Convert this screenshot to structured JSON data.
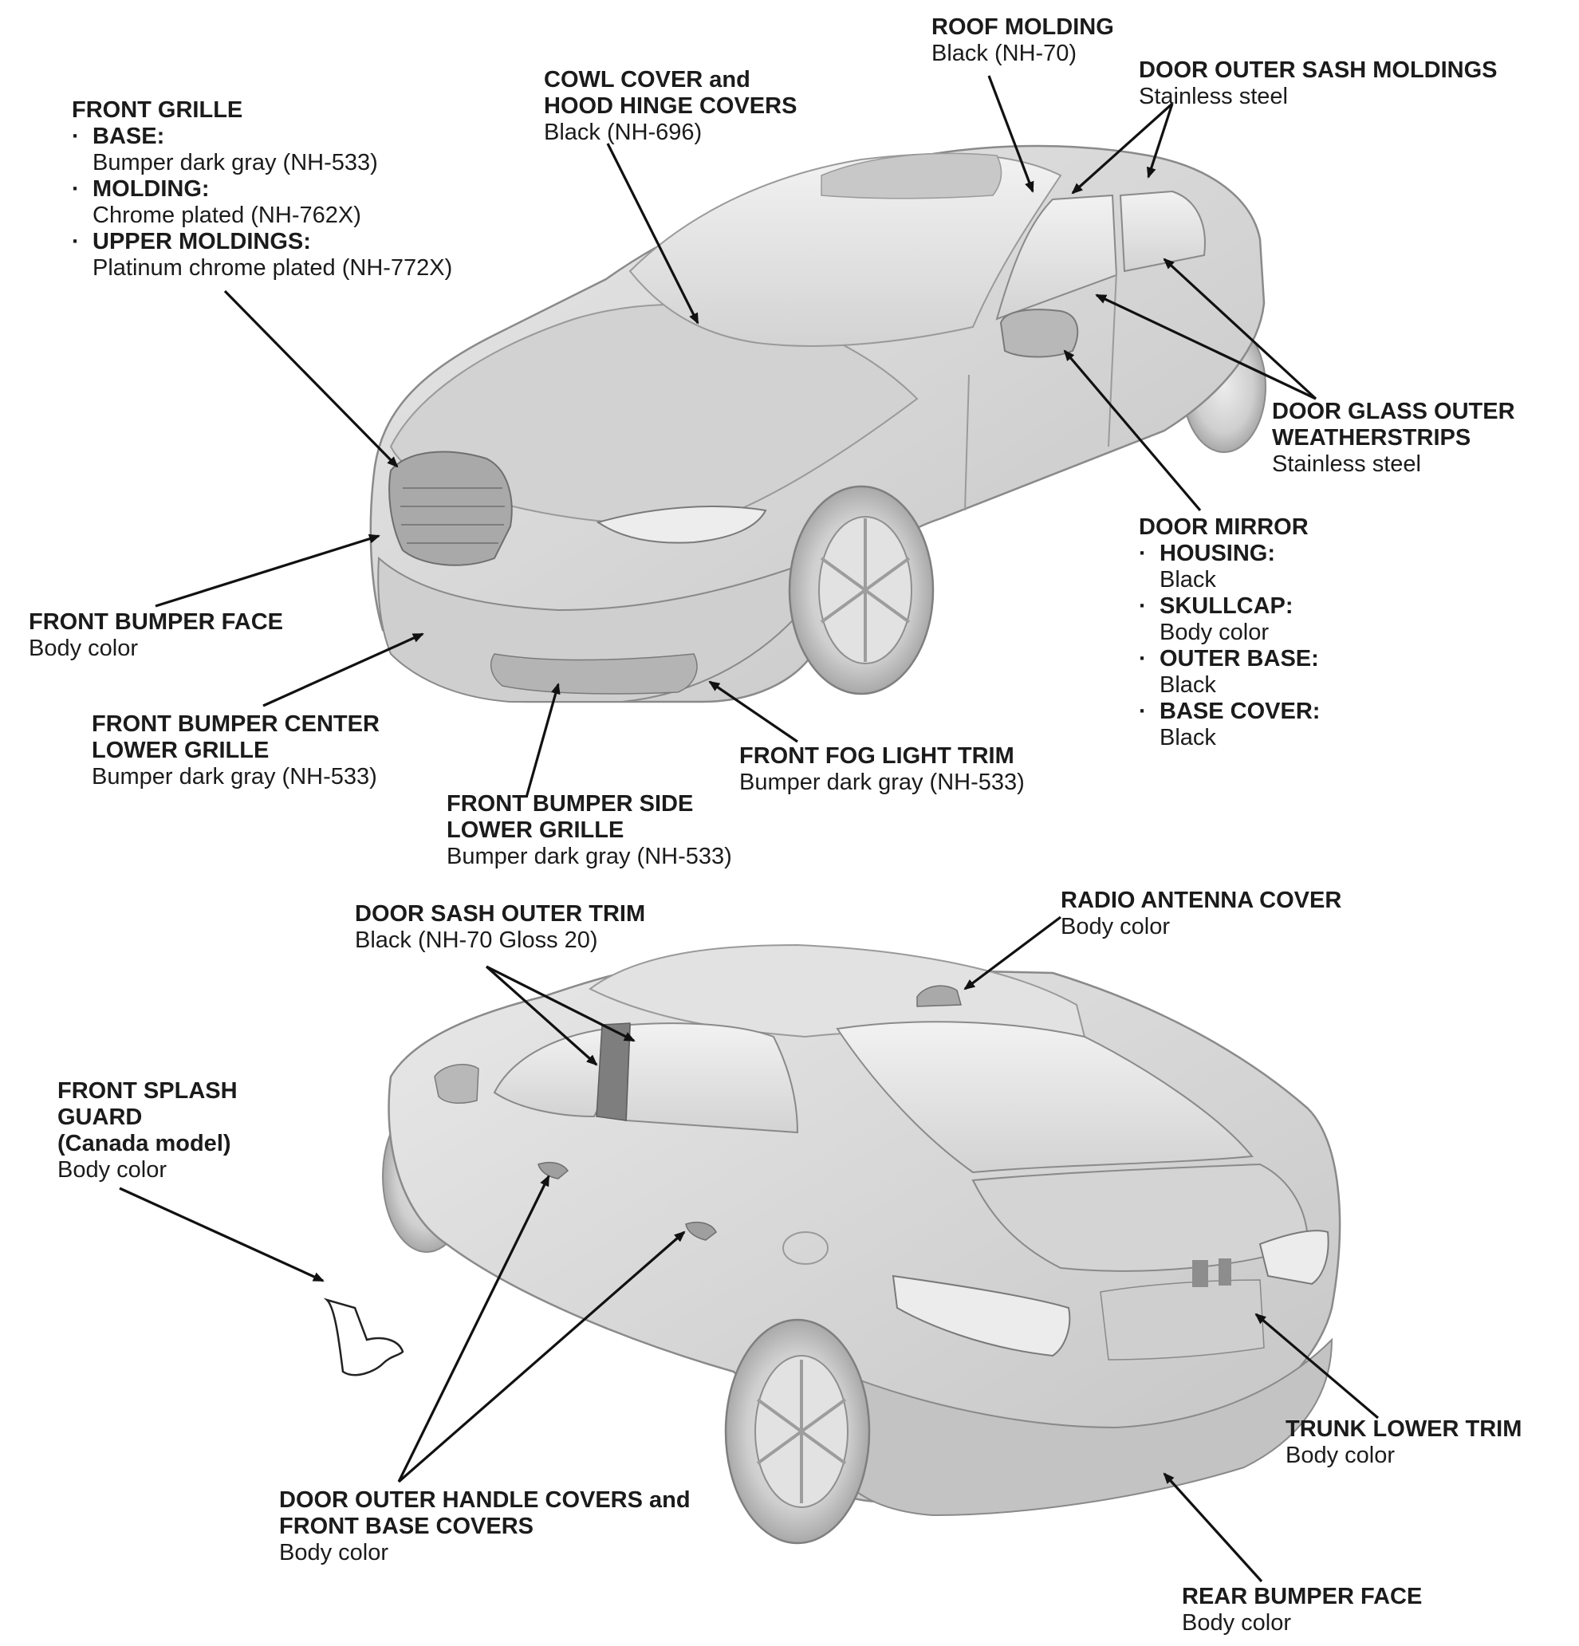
{
  "labels": {
    "front_grille": {
      "title": "FRONT GRILLE",
      "items": [
        {
          "name": "BASE:",
          "value": "Bumper dark gray (NH-533)"
        },
        {
          "name": "MOLDING:",
          "value": "Chrome plated (NH-762X)"
        },
        {
          "name": "UPPER MOLDINGS:",
          "value": "Platinum chrome plated (NH-772X)"
        }
      ]
    },
    "cowl_cover": {
      "title_1": "COWL COVER and",
      "title_2": "HOOD HINGE COVERS",
      "value": "Black (NH-696)"
    },
    "roof_molding": {
      "title": "ROOF MOLDING",
      "value": "Black (NH-70)"
    },
    "door_outer_sash_moldings": {
      "title": "DOOR OUTER SASH MOLDINGS",
      "value": "Stainless steel"
    },
    "door_glass_weatherstrips": {
      "title_1": "DOOR GLASS OUTER",
      "title_2": "WEATHERSTRIPS",
      "value": "Stainless steel"
    },
    "door_mirror": {
      "title": "DOOR MIRROR",
      "items": [
        {
          "name": "HOUSING:",
          "value": "Black"
        },
        {
          "name": "SKULLCAP:",
          "value": "Body color"
        },
        {
          "name": "OUTER BASE:",
          "value": "Black"
        },
        {
          "name": "BASE COVER:",
          "value": "Black"
        }
      ]
    },
    "front_bumper_face": {
      "title": "FRONT BUMPER FACE",
      "value": "Body color"
    },
    "front_bumper_center_grille": {
      "title_1": "FRONT BUMPER CENTER",
      "title_2": "LOWER GRILLE",
      "value": "Bumper dark gray (NH-533)"
    },
    "front_bumper_side_grille": {
      "title_1": "FRONT BUMPER SIDE",
      "title_2": "LOWER GRILLE",
      "value": "Bumper dark gray (NH-533)"
    },
    "front_fog_light_trim": {
      "title": "FRONT FOG LIGHT TRIM",
      "value": "Bumper dark gray (NH-533)"
    },
    "door_sash_outer_trim": {
      "title": "DOOR SASH OUTER TRIM",
      "value": "Black (NH-70 Gloss 20)"
    },
    "radio_antenna_cover": {
      "title": "RADIO ANTENNA COVER",
      "value": "Body color"
    },
    "front_splash_guard": {
      "title_1": "FRONT SPLASH",
      "title_2": "GUARD",
      "title_3": "(Canada model)",
      "value": "Body color"
    },
    "trunk_lower_trim": {
      "title": "TRUNK LOWER TRIM",
      "value": "Body color"
    },
    "door_outer_handle_covers": {
      "title_1": "DOOR OUTER HANDLE COVERS and",
      "title_2": "FRONT BASE COVERS",
      "value": "Body color"
    },
    "rear_bumper_face": {
      "title": "REAR BUMPER FACE",
      "value": "Body color"
    }
  },
  "colors": {
    "car_body": "#d9d9d9",
    "car_shade": "#bdbdbd",
    "car_dark": "#9a9a9a",
    "glass": "#e6e6e6",
    "outline": "#8a8a8a",
    "arrow": "#111111"
  }
}
